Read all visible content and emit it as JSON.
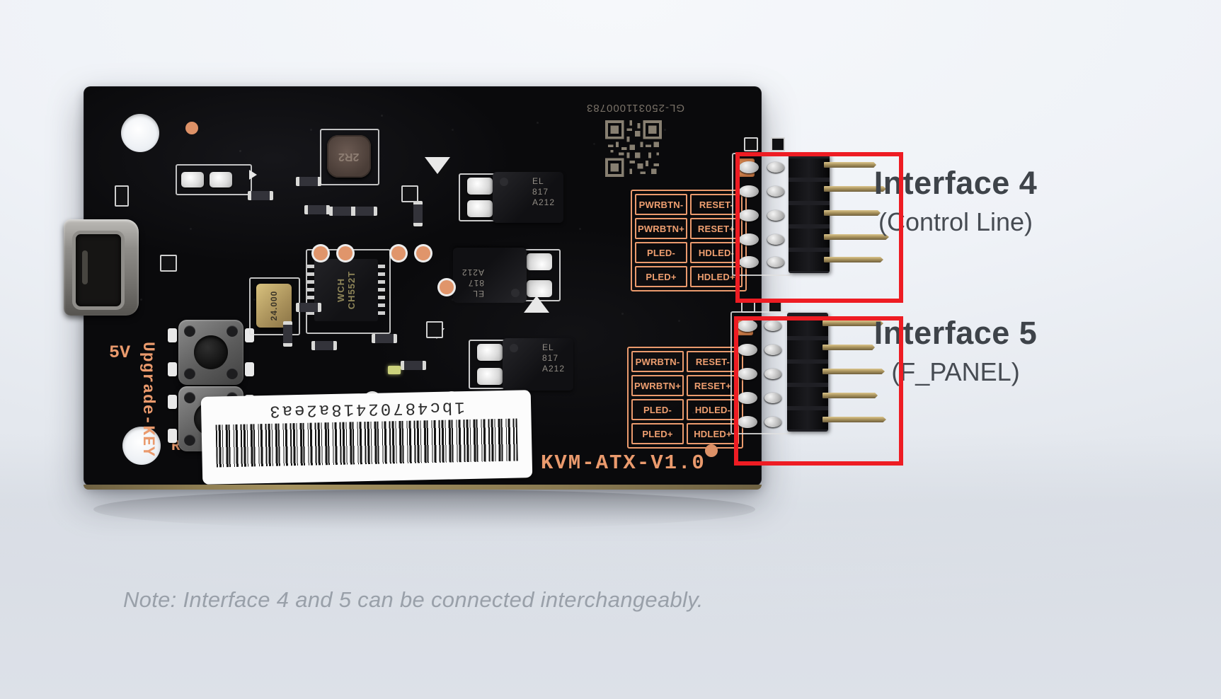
{
  "annotations": {
    "interface_4": {
      "title": "Interface 4",
      "subtitle": "(Control Line)"
    },
    "interface_5": {
      "title": "Interface 5",
      "subtitle": "(F_PANEL)"
    },
    "note": "Note: Interface 4 and 5 can be connected interchangeably."
  },
  "board": {
    "model": "KVM-ATX-V1.0",
    "qr_code_label": "GL-250311000783",
    "sticker_serial": "1bc48702418a2ea3",
    "silkscreen": {
      "power": "5V",
      "upgrade_button": "Upgrade-KEY",
      "reset_button": "RST-KEY"
    },
    "pin_rows": [
      [
        "PWRBTN-",
        "RESET-"
      ],
      [
        "PWRBTN+",
        "RESET+"
      ],
      [
        "PLED-",
        "HDLED-"
      ],
      [
        "PLED+",
        "HDLED+"
      ]
    ],
    "components": {
      "mcu_brand": "WCH",
      "mcu_part": "CH552T",
      "crystal": "24.000",
      "inductor": "2R2",
      "optocoupler": {
        "line1": "EL",
        "line2": "817",
        "line3": "A212"
      }
    }
  },
  "colors": {
    "highlight": "#ee1c23",
    "silkscreen": "#ea9a6d",
    "heading": "#3e4349",
    "note_text": "#99a0a9"
  }
}
